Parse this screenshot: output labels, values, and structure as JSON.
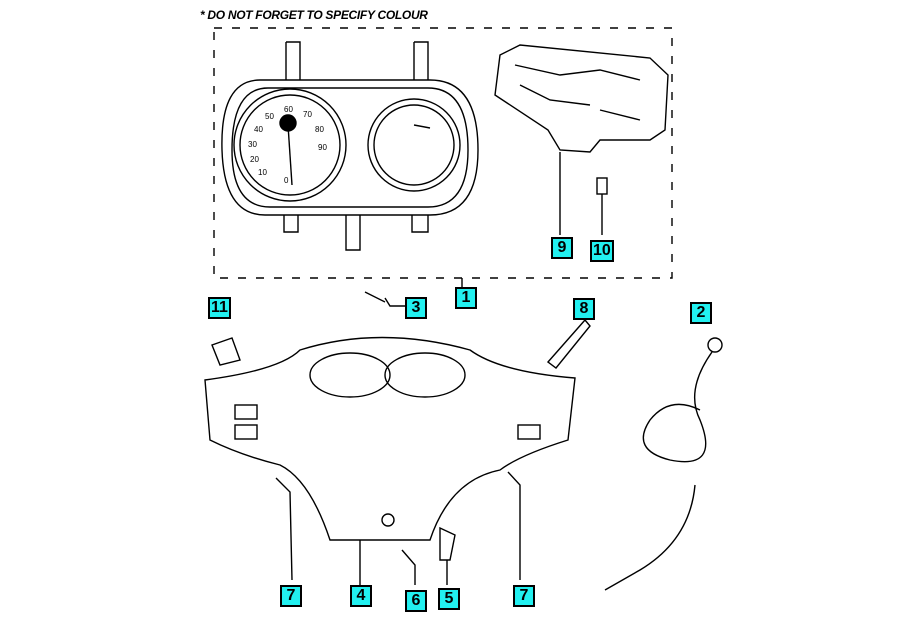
{
  "note": "*  DO NOT FORGET TO SPECIFY COLOUR",
  "callouts": {
    "c1": "1",
    "c2": "2",
    "c3": "3",
    "c4": "4",
    "c5": "5",
    "c6": "6",
    "c7a": "7",
    "c7b": "7",
    "c8": "8",
    "c9": "9",
    "c10": "10",
    "c11": "11"
  },
  "speedo_ticks": [
    "0",
    "10",
    "20",
    "30",
    "40",
    "50",
    "60",
    "70",
    "80",
    "90"
  ],
  "callout_color": "#22f0f0"
}
